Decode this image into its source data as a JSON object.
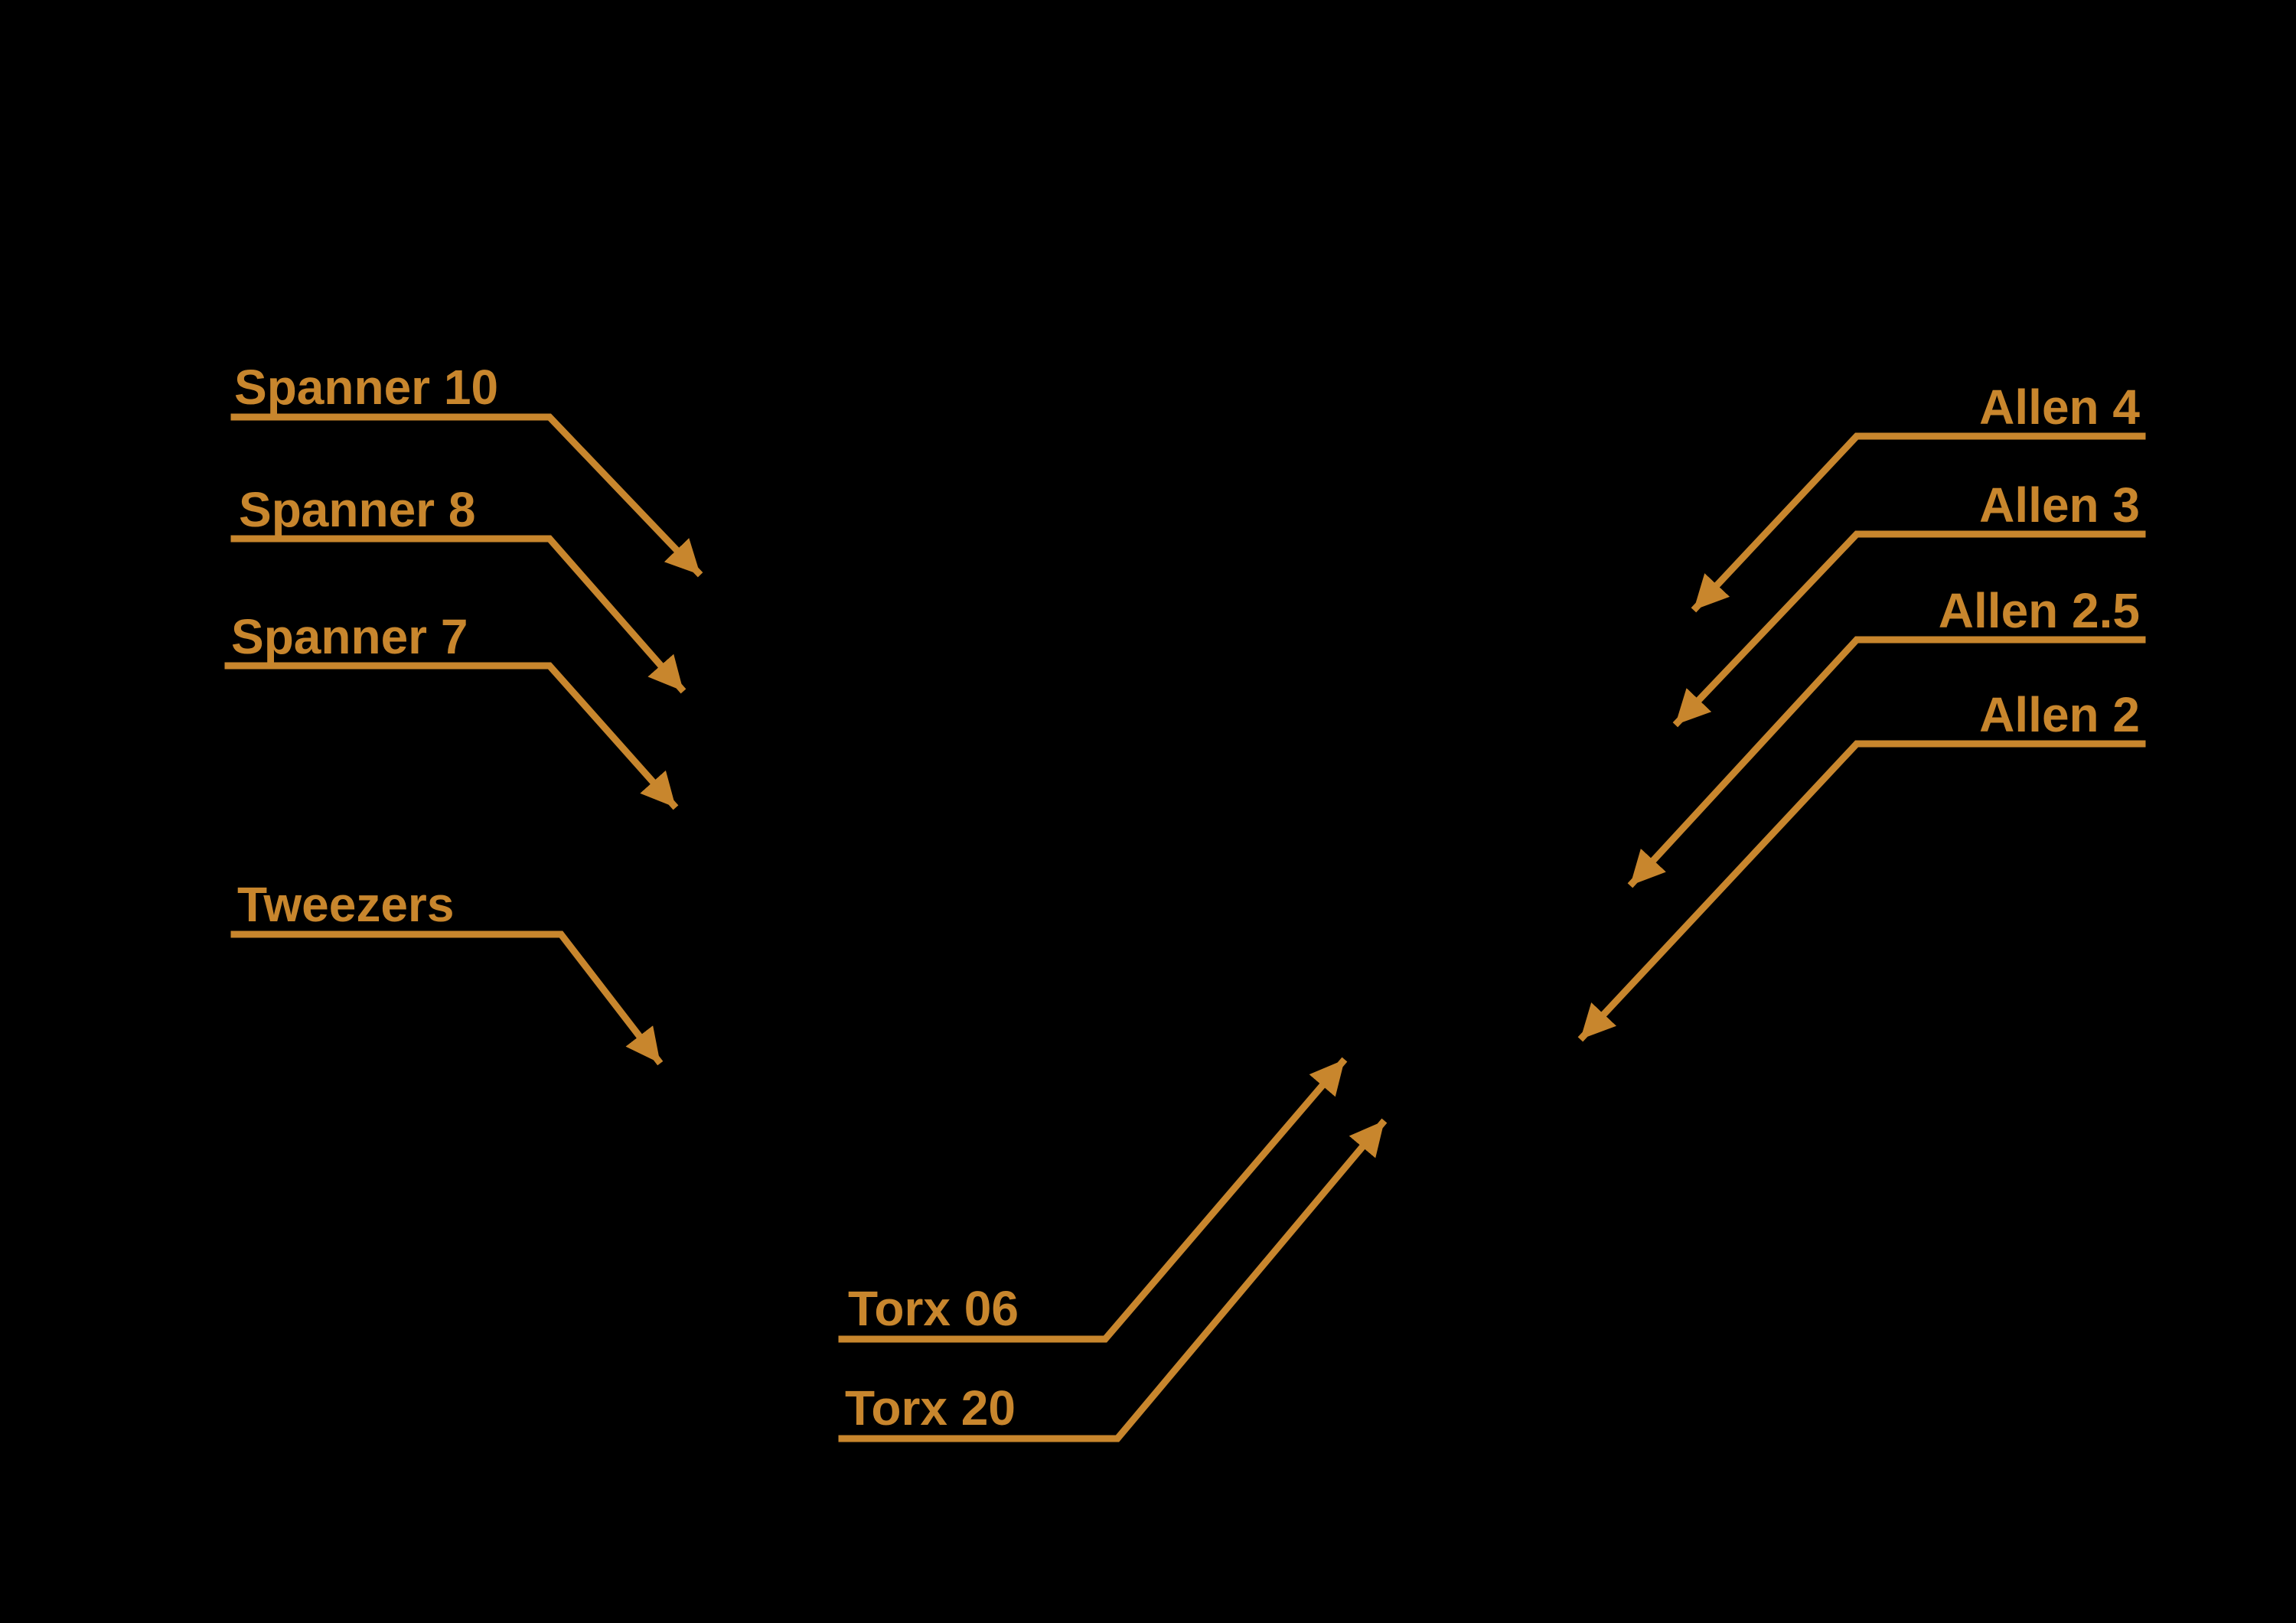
{
  "page": {
    "background_color": "#000000",
    "accent_color": "#c8862d"
  },
  "callouts": {
    "left": [
      {
        "label": "Spanner 10"
      },
      {
        "label": "Spanner 8"
      },
      {
        "label": "Spanner 7"
      },
      {
        "label": "Tweezers"
      }
    ],
    "right": [
      {
        "label": "Allen 4"
      },
      {
        "label": "Allen 3"
      },
      {
        "label": "Allen 2.5"
      },
      {
        "label": "Allen 2"
      }
    ],
    "bottom": [
      {
        "label": "Torx 06"
      },
      {
        "label": "Torx 20"
      }
    ]
  }
}
